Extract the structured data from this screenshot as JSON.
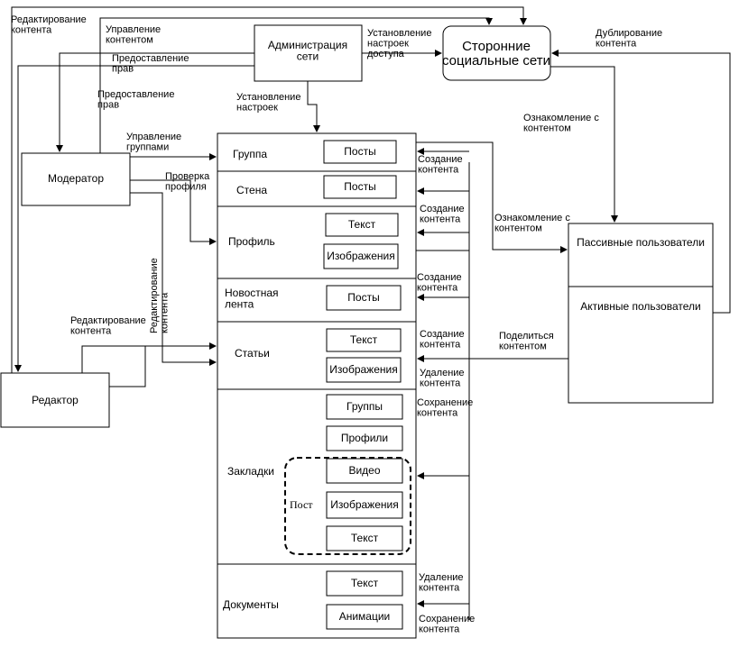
{
  "nodes": {
    "admin": "Администрация сети",
    "social": "Сторонние социальные сети",
    "moderator": "Модератор",
    "editor": "Редактор",
    "passive_users": "Пассивные пользователи",
    "active_users": "Активные пользователи"
  },
  "sections": {
    "group": "Группа",
    "wall": "Стена",
    "profile": "Профиль",
    "news": "Новостная лента",
    "articles": "Статьи",
    "bookmarks": "Закладки",
    "documents": "Документы"
  },
  "items": {
    "group_posts": "Посты",
    "wall_posts": "Посты",
    "profile_text": "Текст",
    "profile_images": "Изображения",
    "news_posts": "Посты",
    "articles_text": "Текст",
    "articles_images": "Изображения",
    "bm_groups": "Группы",
    "bm_profiles": "Профили",
    "bm_video": "Видео",
    "bm_images": "Изображения",
    "bm_text": "Текст",
    "bm_post_label": "Пост",
    "docs_text": "Текст",
    "docs_animations": "Анимации"
  },
  "labels": {
    "edit_content_top": "Редактирование контента",
    "manage_content": "Управление контентом",
    "grant_rights_1": "Предоставление прав",
    "grant_rights_2": "Предоставление прав",
    "set_settings_access": "Установление настроек доступа",
    "set_settings": "Установление настроек",
    "dup_content": "Дублирование контента",
    "view_content_1": "Ознакомление с контентом",
    "view_content_2": "Ознакомление с контентом",
    "manage_groups": "Управление группами",
    "check_profile": "Проверка профиля",
    "edit_content_vertical": "Редактирование контента",
    "edit_content_editor": "Редактирование контента",
    "create_1": "Создание контента",
    "create_2": "Создание контента",
    "create_3": "Создание контента",
    "create_4": "Создание контента",
    "share_content": "Поделиться контентом",
    "delete_1": "Удаление контента",
    "save_1": "Сохранение контента",
    "delete_2": "Удаление контента",
    "save_2": "Сохранение контента"
  }
}
